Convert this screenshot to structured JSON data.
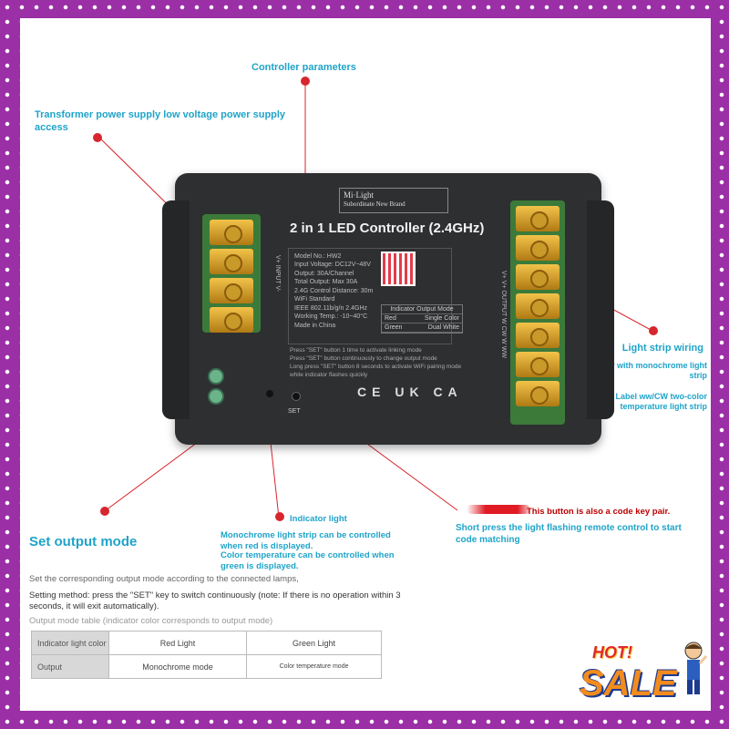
{
  "callouts": {
    "controller_parameters": "Controller parameters",
    "transformer_supply": "Transformer power supply low voltage power supply access",
    "strip_wiring": "Light strip wiring",
    "marked_ww": "Marked w/w with monochrome light strip",
    "label_ww_cw": "Label ww/CW two-color temperature light strip",
    "indicator_light": "Indicator light",
    "mono_controlled": "Monochrome light strip can be controlled when red is displayed.",
    "color_temp_controlled": "Color temperature can be controlled when green is displayed.",
    "code_key_pair": "This button is also a code key pair.",
    "short_press": "Short press the light flashing remote control to start code matching"
  },
  "device": {
    "brand_line1": "Mi·Light",
    "brand_line2": "Subordinate New Brand",
    "title": "2 in 1 LED Controller (2.4GHz)",
    "specs": [
      "Model No.: HW2",
      "Input Voltage: DC12V~48V",
      "Output: 30A/Channel",
      "Total Output: Max 30A",
      "2.4G Control Distance: 30m",
      "WiFi Standard",
      "IEEE 802.11b/g/n 2.4GHz",
      "Working Temp.: -10~40°C",
      "Made in China"
    ],
    "indicator_table": {
      "header": "Indicator Output Mode",
      "rows": [
        [
          "Red",
          "Single Color"
        ],
        [
          "Green",
          "Dual White"
        ]
      ]
    },
    "notes": [
      "Press \"SET\" button 1 time to activate linking mode",
      "Press \"SET\" button continuously to change output mode",
      "Long press \"SET\" button 8 seconds to activate WiFi pairing mode while indicator flashes quickly"
    ],
    "certs": "CE UK CA",
    "set_label": "SET",
    "left_port_label": "V+  INPUT  V-",
    "right_port_label": "V+  V+  OUTPUT  W  CW  W  WW"
  },
  "section": {
    "title": "Set output mode",
    "line1": "Set the corresponding output mode according to the connected lamps,",
    "line2": "Setting method: press the \"SET\" key to switch continuously (note: If there is no operation within 3 seconds, it will exit automatically).",
    "line3": "Output mode table (indicator color corresponds to output mode)"
  },
  "output_table": {
    "row1": [
      "Indicator light color",
      "Red Light",
      "Green Light"
    ],
    "row2": [
      "Output",
      "Monochrome mode",
      "Color temperature mode"
    ]
  },
  "badge": {
    "hot": "HOT!",
    "sale": "SALE"
  },
  "colors": {
    "callout": "#1fa4c9",
    "dot": "#d7262e",
    "frame": "#9b2fa6"
  }
}
